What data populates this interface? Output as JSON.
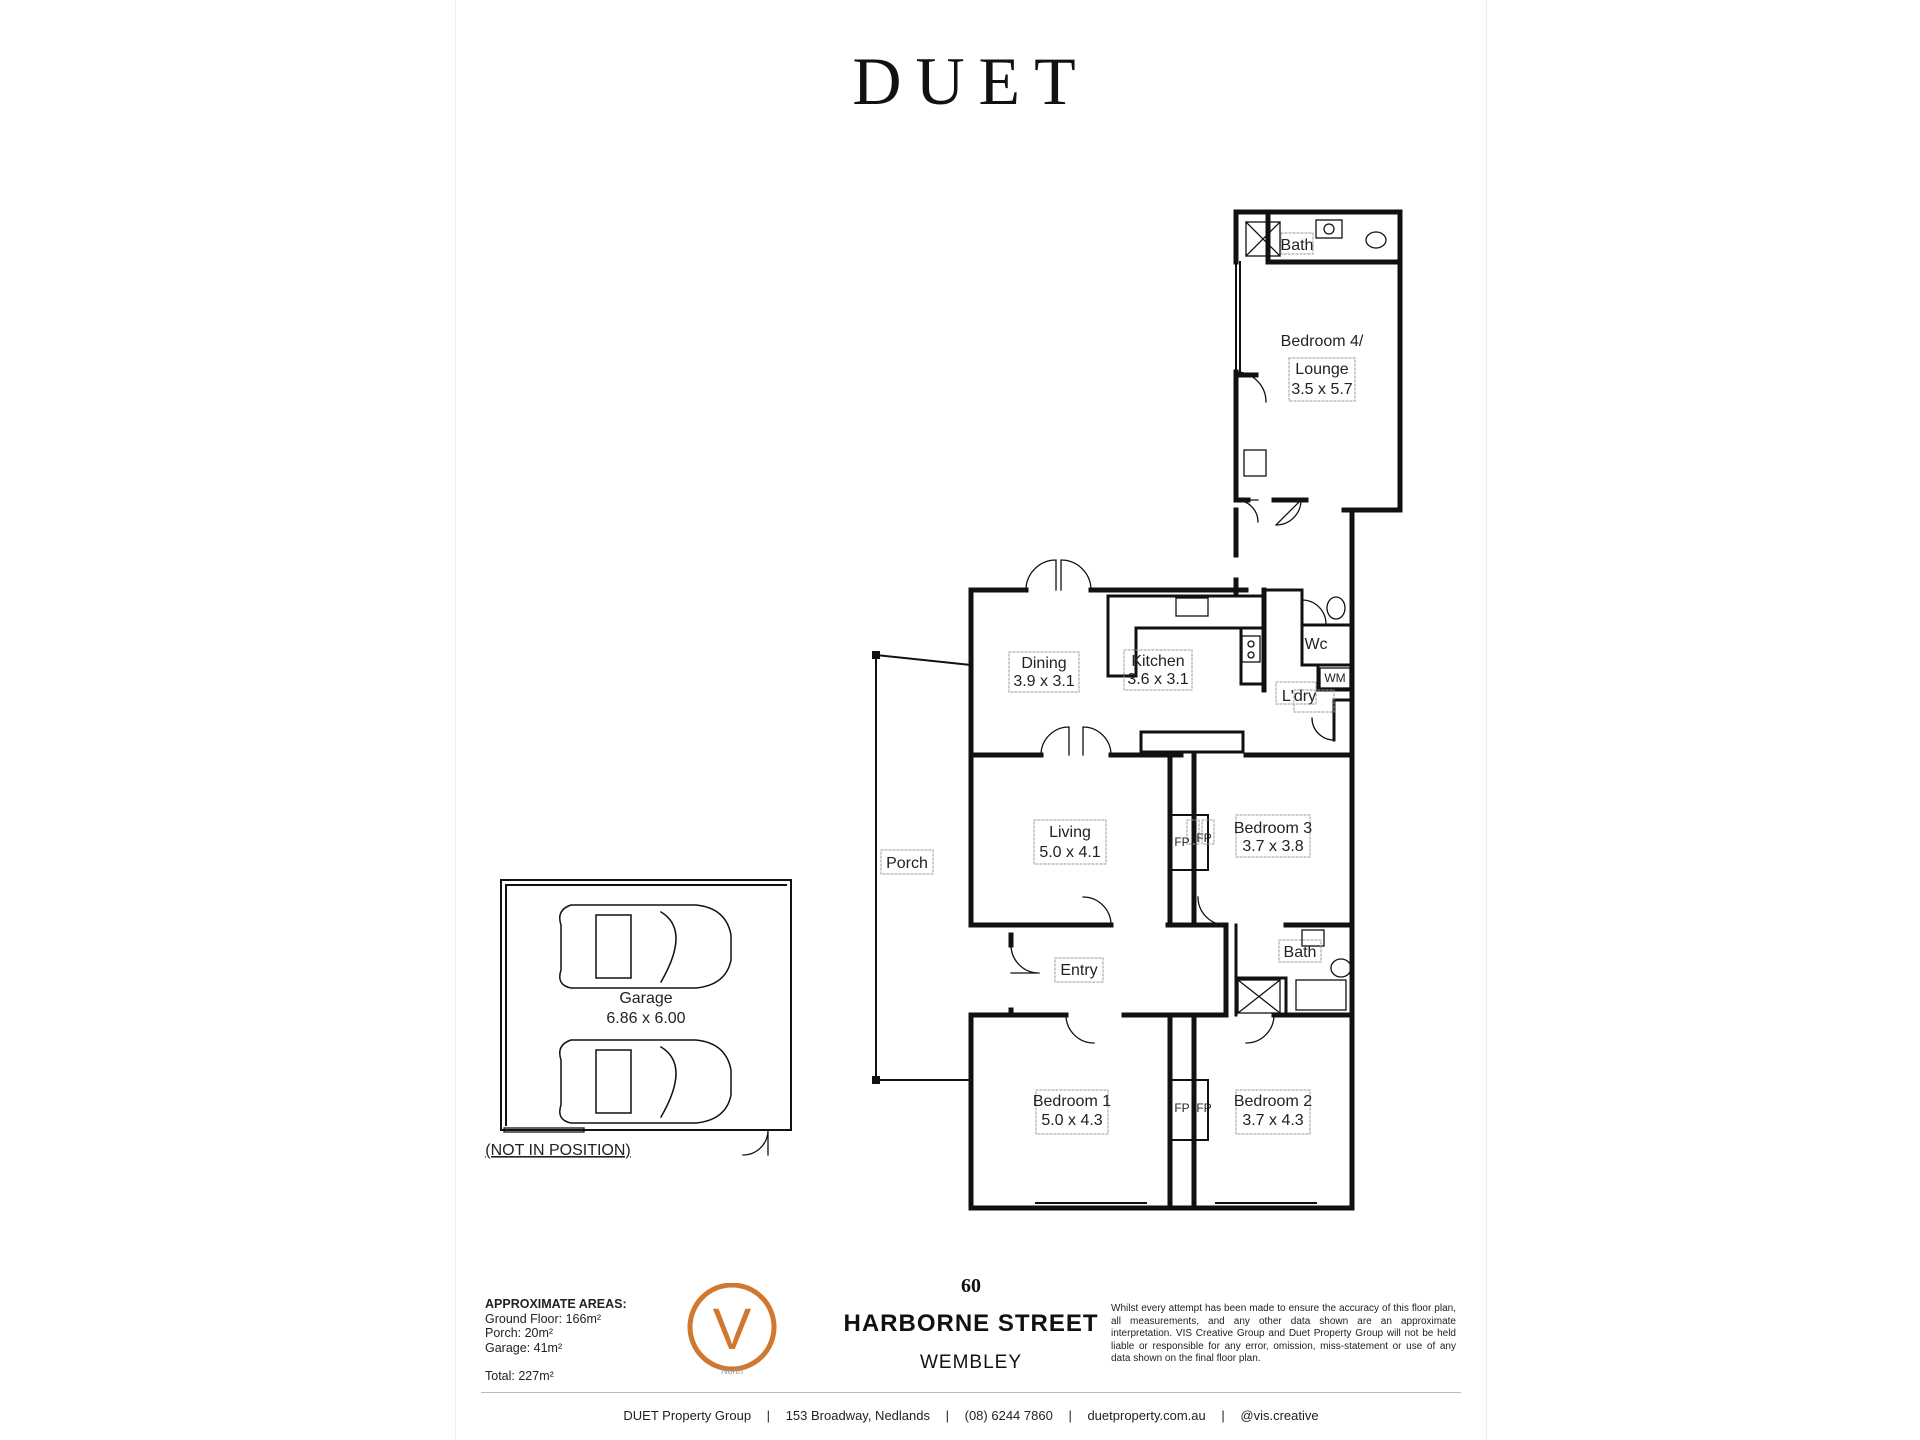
{
  "brand": "DUET",
  "rooms": {
    "bath_upper": "Bath",
    "bedroom4_line1": "Bedroom 4/",
    "bedroom4_line2": "Lounge",
    "bedroom4_size": "3.5 x 5.7",
    "dining": "Dining",
    "dining_size": "3.9 x 3.1",
    "kitchen": "Kitchen",
    "kitchen_size": "3.6 x 3.1",
    "wc": "Wc",
    "wm": "WM",
    "laundry": "L'dry",
    "living": "Living",
    "living_size": "5.0 x 4.1",
    "bedroom3": "Bedroom 3",
    "bedroom3_size": "3.7 x 3.8",
    "fp": "FP",
    "porch": "Porch",
    "entry": "Entry",
    "bath_lower": "Bath",
    "bedroom1": "Bedroom 1",
    "bedroom1_size": "5.0 x 4.3",
    "bedroom2": "Bedroom 2",
    "bedroom2_size": "3.7 x 4.3",
    "garage": "Garage",
    "garage_size": "6.86 x 6.00",
    "garage_note": "(NOT IN POSITION)"
  },
  "areas": {
    "heading": "APPROXIMATE AREAS:",
    "ground": "Ground Floor: 166m²",
    "porch": "Porch: 20m²",
    "garage": "Garage: 41m²",
    "total": "Total: 227m²"
  },
  "logo": {
    "letter": "V",
    "caption": "North",
    "color": "#d0782f"
  },
  "address": {
    "number": "60",
    "street": "HARBORNE STREET",
    "suburb": "WEMBLEY"
  },
  "disclaimer": "Whilst every attempt has been made to ensure the accuracy of this floor plan, all measurements, and any other data shown are an approximate interpretation. VIS Creative Group and Duet Property Group will not be held liable or responsible for any error, omission, miss-statement or use of any data shown on the final floor plan.",
  "contact": {
    "company": "DUET Property Group",
    "street": "153 Broadway, Nedlands",
    "phone": "(08) 6244 7860",
    "web": "duetproperty.com.au",
    "social": "@vis.creative",
    "sep": "|"
  }
}
